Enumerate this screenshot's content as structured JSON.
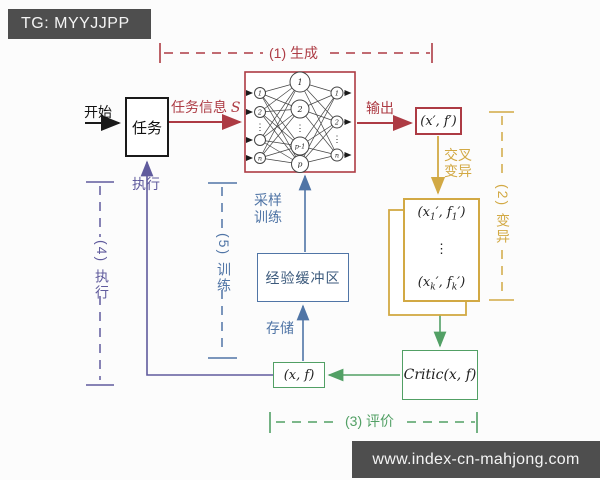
{
  "watermarks": {
    "tg": "TG: MYYJJPP",
    "site": "www.index-cn-mahjong.com"
  },
  "colors": {
    "red": "#ad3b44",
    "yellow": "#d2a944",
    "green": "#52a065",
    "blue": "#5075a6",
    "purple": "#605b9d",
    "watermark_bg": "#4e4e4e"
  },
  "labels": {
    "start": "开始",
    "task": "任务",
    "task_info_html": "任务信息 <i style='font-family:DejaVu Serif,serif'>S</i>",
    "output": "输出",
    "execute": "执行",
    "crossover_l1": "交叉",
    "crossover_l2": "变异",
    "sampling_l1": "采样",
    "sampling_l2": "训练",
    "store": "存储",
    "buffer": "经验缓冲区"
  },
  "boxes": {
    "xf_prime": "(x′, f′)",
    "offspring_first_html": "(x<sub>1</sub>′, f<sub>1</sub>′)",
    "dots": "⋮",
    "offspring_last_html": "(x<sub>k</sub>′, f<sub>k</sub>′)",
    "critic": "Critic(x, f)",
    "xf": "(x, f)"
  },
  "brackets": {
    "b1": "(1) 生成",
    "b2": "(2) 变异",
    "b3": "(3) 评价",
    "b4": "(4) 执行",
    "b5": "(5) 训练"
  },
  "nn": {
    "input_labels": [
      "1",
      "2",
      "",
      "n"
    ],
    "hidden_labels": [
      "1",
      "2",
      "p-1",
      "p"
    ],
    "output_labels": [
      "1",
      "2",
      "n"
    ],
    "dots": "⋮"
  }
}
